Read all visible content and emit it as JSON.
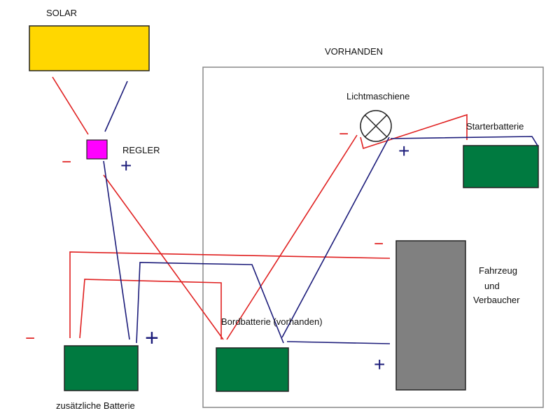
{
  "labels": {
    "solar": "SOLAR",
    "vorhanden": "VORHANDEN",
    "regler": "REGLER",
    "lichtmaschiene": "Lichtmaschiene",
    "starterbatterie": "Starterbatterie",
    "fahrzeug_line1": "Fahrzeug",
    "fahrzeug_line2": "und",
    "fahrzeug_line3": "Verbaucher",
    "bordbatterie": "Bordbatterie (vorhanden)",
    "zusaetzliche_batterie": "zusätzliche Batterie"
  },
  "signs": {
    "plus": "+",
    "minus": "−"
  },
  "colors": {
    "solar_panel": "#FFD700",
    "regler": "#FF00FF",
    "battery": "#007A40",
    "vehicle": "#808080",
    "negative_wire": "#E02020",
    "positive_wire": "#1C1C7A",
    "frame": "#888888"
  }
}
